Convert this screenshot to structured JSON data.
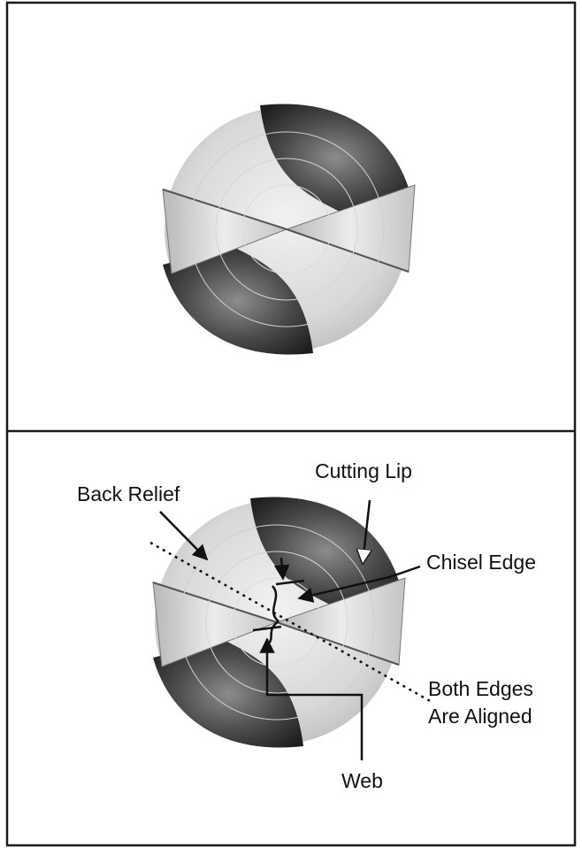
{
  "labels": {
    "back_relief": "Back Relief",
    "cutting_lip": "Cutting Lip",
    "chisel_edge": "Chisel Edge",
    "both_edges_line1": "Both Edges",
    "both_edges_line2": "Are Aligned",
    "web": "Web"
  },
  "colors": {
    "frame": "#1a1a1a",
    "metal_light": "#dcdcdc",
    "metal_dark": "#3a3a3a",
    "text": "#111111"
  }
}
